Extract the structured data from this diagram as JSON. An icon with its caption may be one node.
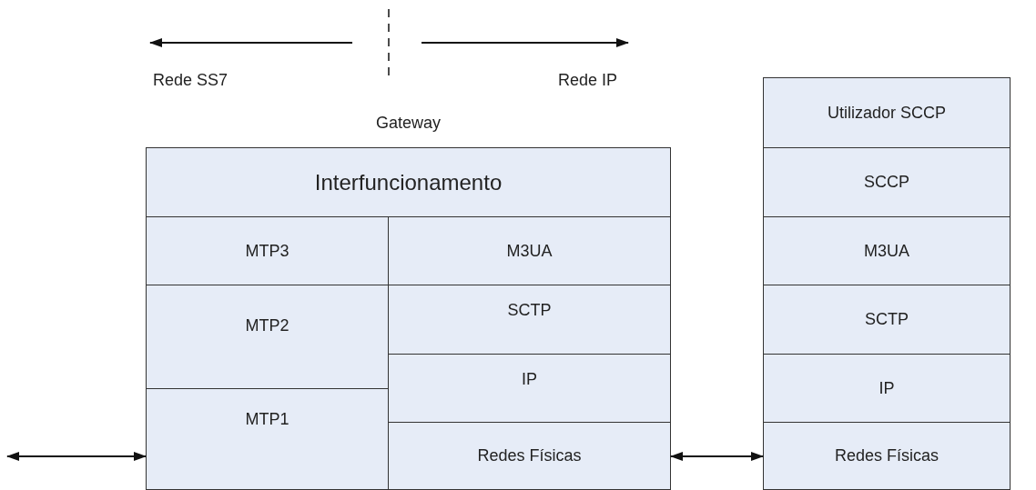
{
  "diagram": {
    "nodes": [
      {
        "text": [
          "Gateway"
        ]
      },
      {
        "text": [
          "Interfuncionamento"
        ],
        "in": 0
      },
      {
        "text": [
          "MTP3"
        ],
        "in": 0
      },
      {
        "text": [
          "MTP2"
        ],
        "in": 0
      },
      {
        "text": [
          "MTP1"
        ],
        "in": 0
      },
      {
        "text": [
          "M3UA"
        ],
        "in": 0
      },
      {
        "text": [
          "SCTP"
        ],
        "in": 0
      },
      {
        "text": [
          "IP"
        ],
        "in": 0
      },
      {
        "text": [
          "Redes Físicas"
        ],
        "in": 0
      },
      {
        "text": [
          "Utilizador SCCP"
        ]
      },
      {
        "text": [
          "SCCP"
        ]
      },
      {
        "text": [
          "M3UA"
        ]
      },
      {
        "text": [
          "SCTP"
        ]
      },
      {
        "text": [
          "IP"
        ]
      },
      {
        "text": [
          "Redes Físicas"
        ]
      }
    ],
    "edges": [
      {
        "from": null,
        "to": 4,
        "arrow": "both"
      },
      {
        "from": 8,
        "to": 14,
        "arrow": "both"
      }
    ],
    "labels": [
      "Rede SS7",
      "Rede IP"
    ]
  }
}
